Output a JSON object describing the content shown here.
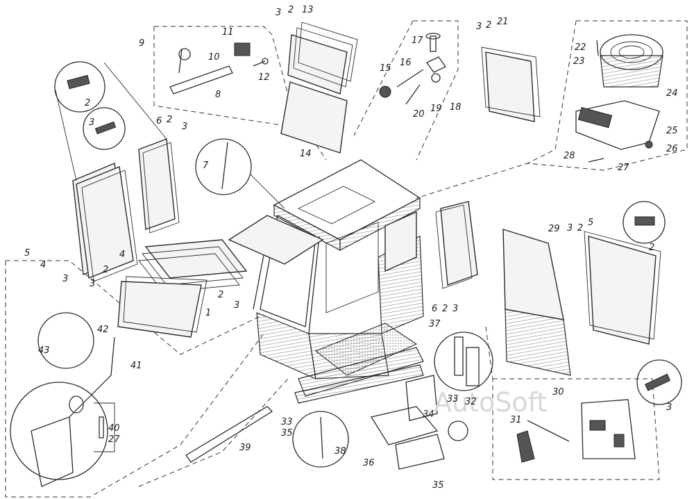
{
  "watermark": "AutoSoft",
  "callouts": [
    {
      "id": "c2a",
      "text": "2"
    },
    {
      "id": "c3a",
      "text": "3"
    },
    {
      "id": "c5a",
      "text": "5"
    },
    {
      "id": "c4a",
      "text": "4"
    },
    {
      "id": "c3b",
      "text": "3"
    },
    {
      "id": "c6a",
      "text": "6"
    },
    {
      "id": "c2b",
      "text": "2"
    },
    {
      "id": "c3c",
      "text": "3"
    },
    {
      "id": "c9",
      "text": "9"
    },
    {
      "id": "c10",
      "text": "10"
    },
    {
      "id": "c11",
      "text": "11"
    },
    {
      "id": "c8",
      "text": "8"
    },
    {
      "id": "c12",
      "text": "12"
    },
    {
      "id": "c3d",
      "text": "3"
    },
    {
      "id": "c2c",
      "text": "2"
    },
    {
      "id": "c13",
      "text": "13"
    },
    {
      "id": "c14",
      "text": "14"
    },
    {
      "id": "c17",
      "text": "17"
    },
    {
      "id": "c15",
      "text": "15"
    },
    {
      "id": "c16",
      "text": "16"
    },
    {
      "id": "c20",
      "text": "20"
    },
    {
      "id": "c19",
      "text": "19"
    },
    {
      "id": "c18",
      "text": "18"
    },
    {
      "id": "c3e",
      "text": "3"
    },
    {
      "id": "c2d",
      "text": "2"
    },
    {
      "id": "c21",
      "text": "21"
    },
    {
      "id": "c22",
      "text": "22"
    },
    {
      "id": "c23",
      "text": "23"
    },
    {
      "id": "c24",
      "text": "24"
    },
    {
      "id": "c25",
      "text": "25"
    },
    {
      "id": "c28",
      "text": "28"
    },
    {
      "id": "c27a",
      "text": "27"
    },
    {
      "id": "c26",
      "text": "26"
    },
    {
      "id": "c7",
      "text": "7"
    },
    {
      "id": "c4b",
      "text": "4"
    },
    {
      "id": "c2e",
      "text": "2"
    },
    {
      "id": "c3f",
      "text": "3"
    },
    {
      "id": "c1",
      "text": "1"
    },
    {
      "id": "c2f",
      "text": "2"
    },
    {
      "id": "c3g",
      "text": "3"
    },
    {
      "id": "c6b",
      "text": "6"
    },
    {
      "id": "c2g",
      "text": "2"
    },
    {
      "id": "c3h",
      "text": "3"
    },
    {
      "id": "c29",
      "text": "29"
    },
    {
      "id": "c37",
      "text": "37"
    },
    {
      "id": "c3i",
      "text": "3"
    },
    {
      "id": "c2h",
      "text": "2"
    },
    {
      "id": "c5b",
      "text": "5"
    },
    {
      "id": "c2i",
      "text": "2"
    },
    {
      "id": "c3j",
      "text": "3"
    },
    {
      "id": "c42",
      "text": "42"
    },
    {
      "id": "c43",
      "text": "43"
    },
    {
      "id": "c41",
      "text": "41"
    },
    {
      "id": "c40",
      "text": "40"
    },
    {
      "id": "c27b",
      "text": "27"
    },
    {
      "id": "c39",
      "text": "39"
    },
    {
      "id": "c33a",
      "text": "33"
    },
    {
      "id": "c35a",
      "text": "35"
    },
    {
      "id": "c38",
      "text": "38"
    },
    {
      "id": "c33b",
      "text": "33"
    },
    {
      "id": "c32",
      "text": "32"
    },
    {
      "id": "c34",
      "text": "34"
    },
    {
      "id": "c36",
      "text": "36"
    },
    {
      "id": "c35b",
      "text": "35"
    },
    {
      "id": "c30",
      "text": "30"
    },
    {
      "id": "c31",
      "text": "31"
    }
  ]
}
